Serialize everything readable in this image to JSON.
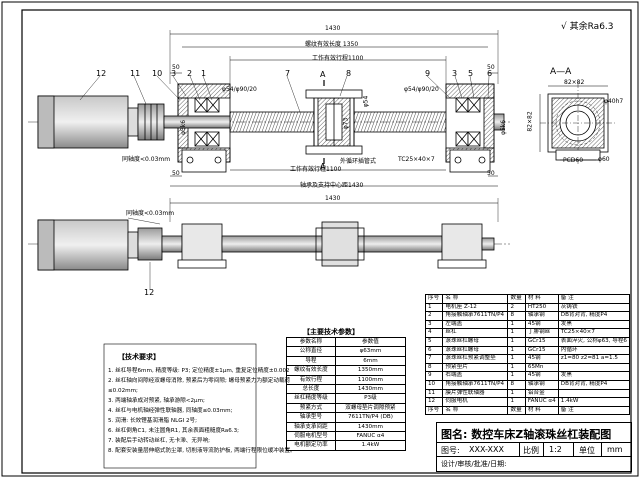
{
  "roughness": {
    "symbol": "√",
    "text": "其余Ra6.3"
  },
  "top_view": {
    "dims": {
      "overall": "1430",
      "thread_len": "螺纹有效长度 1350",
      "work_stroke": "工作有效行程1100",
      "left_small": "50",
      "right_small": "50",
      "d54_left": "φ54/φ90/20",
      "d54_right": "φ54/φ90/20",
      "d54_nut": "φ54",
      "d546_left": "φ5k6",
      "d546_right": "φ5k6",
      "d73": "φ73",
      "tc_left": "50",
      "tc_right": "50",
      "work_stroke_bottom": "工作有效行程1100",
      "total_len_bottom": "轴承及支持中心距1430",
      "left_gap": "50",
      "right_gap": "50",
      "thread_note": "TC25×40×7",
      "runout": "同轴度<0.03mm"
    },
    "callouts": [
      "12",
      "11",
      "10",
      "3",
      "2",
      "1",
      "A",
      "7",
      "8",
      "9",
      "3",
      "5",
      "6"
    ],
    "callout_a_bottom": "A",
    "nut_label": "外循环插管式"
  },
  "section_aa": {
    "title": "A—A",
    "dims": {
      "w": "82×82",
      "h": "82×82",
      "d_h7": "φ40h7",
      "pcd": "PCD60",
      "d60": "φ60"
    }
  },
  "side_view": {
    "dims": {
      "overall": "1430"
    },
    "runout": "同轴度<0.03mm",
    "callout": "12"
  },
  "tech_req": {
    "title": "【技术要求】",
    "items": [
      "1. 丝杠导程6mm, 精度等级: P3; 定位精度±1μm, 重复定位精度±0.002",
      "2. 丝杠轴向间隙经双螺母消除, 预紧后为零间隙; 螺母预紧力为额定动载荷",
      "   ≤0.02mm;",
      "3. 两端轴承成对预紧, 轴承游隙<2μm;",
      "4. 丝杠与电机轴经弹性联轴器, 同轴度≤0.03mm;",
      "5. 润滑: 长效锂基润滑脂 NLGI 2号;",
      "6. 丝杠倒角C1, 未注圆角R1, 其余表面粗糙度Ra6.3;",
      "7. 装配后手动转动丝杠, 无卡滞、无异响;",
      "8. 配套安装量层伸缩式防尘罩, 切削液导流防护板, 两端行程限位缓冲装置。"
    ]
  },
  "params": {
    "title": "【主要技术参数】",
    "rows": [
      [
        "参数名称",
        "参数值"
      ],
      [
        "公称直径",
        "φ63mm"
      ],
      [
        "导程",
        "6mm"
      ],
      [
        "螺纹有效长度",
        "1350mm"
      ],
      [
        "有效行程",
        "1100mm"
      ],
      [
        "总长度",
        "1430mm"
      ],
      [
        "丝杠精度等级",
        "P3级"
      ],
      [
        "预紧方式",
        "双螺母垫片调隙预紧"
      ],
      [
        "轴承型号",
        "7611TN/P4 (DB)"
      ],
      [
        "轴承支承间距",
        "1430mm"
      ],
      [
        "伺服电机型号",
        "FANUC α4"
      ],
      [
        "电机额定功率",
        "1.4kW"
      ]
    ]
  },
  "bom": {
    "header": [
      "序号",
      "名 称",
      "数量",
      "材 料",
      "备 注"
    ],
    "rows": [
      [
        "1",
        "电机座 Z-12",
        "2",
        "HT250",
        "灰铸铁"
      ],
      [
        "2",
        "角接触轴承7611TN/P4",
        "8",
        "轴承钢",
        "DB背对背, 精度P4"
      ],
      [
        "3",
        "左端盖",
        "1",
        "45钢",
        "发黑"
      ],
      [
        "4",
        "丝杠",
        "1",
        "丁腓钢丝",
        "TC25×40×7"
      ],
      [
        "5",
        "滚珠丝杠螺母",
        "1",
        "GCr15",
        "表面淬火, 公称φ63, 导程6"
      ],
      [
        "6",
        "滚珠丝杠螺母",
        "1",
        "GCr15",
        "内循环"
      ],
      [
        "7",
        "滚珠丝杠预紧调整垫",
        "1",
        "45钢",
        "z1=80  z2=81 a=1.5"
      ],
      [
        "8",
        "预紧垫片",
        "1",
        "65Mn",
        ""
      ],
      [
        "9",
        "右端盖",
        "1",
        "45钢",
        "发黑"
      ],
      [
        "10",
        "角接触轴承7611TN/P4",
        "8",
        "轴承钢",
        "DB背对背, 精度P4"
      ],
      [
        "11",
        "膜片弹性联轴器",
        "1",
        "铝合金",
        ""
      ],
      [
        "12",
        "伺服电机",
        "1",
        "FANUC α4",
        "1.4kW"
      ]
    ],
    "header2": [
      "序号",
      "名 称",
      "数量",
      "材 料",
      "备 注"
    ]
  },
  "title_block": {
    "title": "图名: 数控车床Z轴滚珠丝杠装配图",
    "drawing_no_label": "图号:",
    "drawing_no": "XXX-XXX",
    "scale_label": "比例",
    "scale": "1:2",
    "unit_label": "单位",
    "unit": "mm",
    "footer": "设计/审核/批准/日期:"
  }
}
